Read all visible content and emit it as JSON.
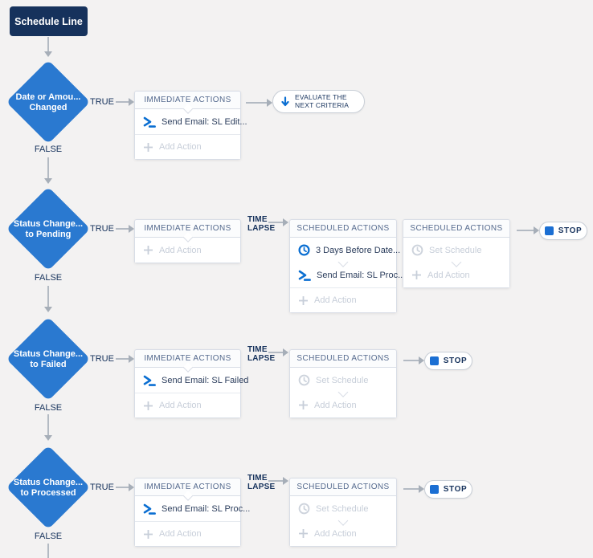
{
  "trigger": {
    "label": "Schedule Line"
  },
  "connectors": {
    "true_label": "TRUE",
    "false_label": "FALSE",
    "time_lapse_line1": "TIME",
    "time_lapse_line2": "LAPSE"
  },
  "box_headers": {
    "immediate": "IMMEDIATE ACTIONS",
    "scheduled": "SCHEDULED ACTIONS"
  },
  "placeholders": {
    "add_action": "Add Action",
    "set_schedule": "Set Schedule"
  },
  "pills": {
    "evaluate_line1": "EVALUATE THE",
    "evaluate_line2": "NEXT CRITERIA",
    "stop": "STOP"
  },
  "criteria": [
    {
      "line1": "Date or Amou...",
      "line2": "Changed"
    },
    {
      "line1": "Status Change...",
      "line2": "to Pending"
    },
    {
      "line1": "Status Change...",
      "line2": "to Failed"
    },
    {
      "line1": "Status Change...",
      "line2": "to Processed"
    }
  ],
  "actions": {
    "row1_immediate": "Send Email: SL Edit...",
    "row2_schedule": "3 Days Before Date...",
    "row2_scheduled_action": "Send Email: SL Proc...",
    "row3_immediate": "Send Email: SL Failed",
    "row4_immediate": "Send Email: SL Proc..."
  },
  "colors": {
    "diamond": "#2a79d0",
    "navy": "#16325c",
    "icon_blue": "#0b6fd2",
    "stop_square": "#1b6fd3",
    "bg": "#f3f2f2"
  }
}
